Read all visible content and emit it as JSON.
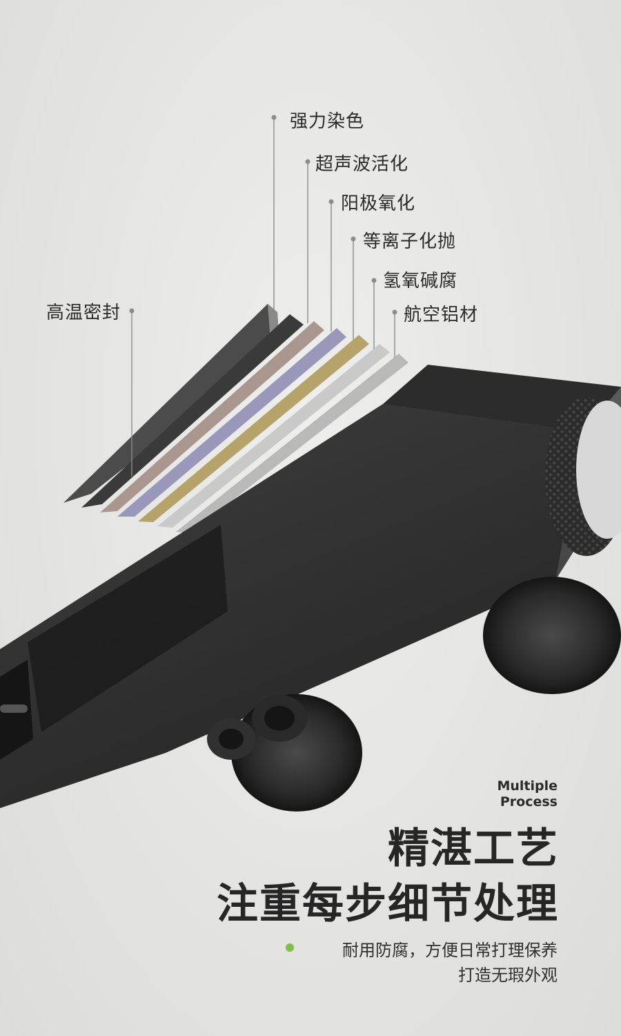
{
  "callouts": {
    "dyeing": "强力染色",
    "ultrasonic": "超声波活化",
    "anodizing": "阳极氧化",
    "plasma": "等离子化抛",
    "hydroxide": "氢氧碱腐",
    "aluminum": "航空铝材",
    "sealing": "高温密封"
  },
  "heading": {
    "en_line1": "Multiple",
    "en_line2": "Process",
    "cn_line1": "精湛工艺",
    "cn_line2": "注重每步细节处理"
  },
  "description": {
    "line1": "耐用防腐，方便日常打理保养",
    "line2": "打造无瑕外观"
  },
  "colors": {
    "accent": "#7cc142",
    "background": "#e6e6e4",
    "text": "#262626"
  }
}
